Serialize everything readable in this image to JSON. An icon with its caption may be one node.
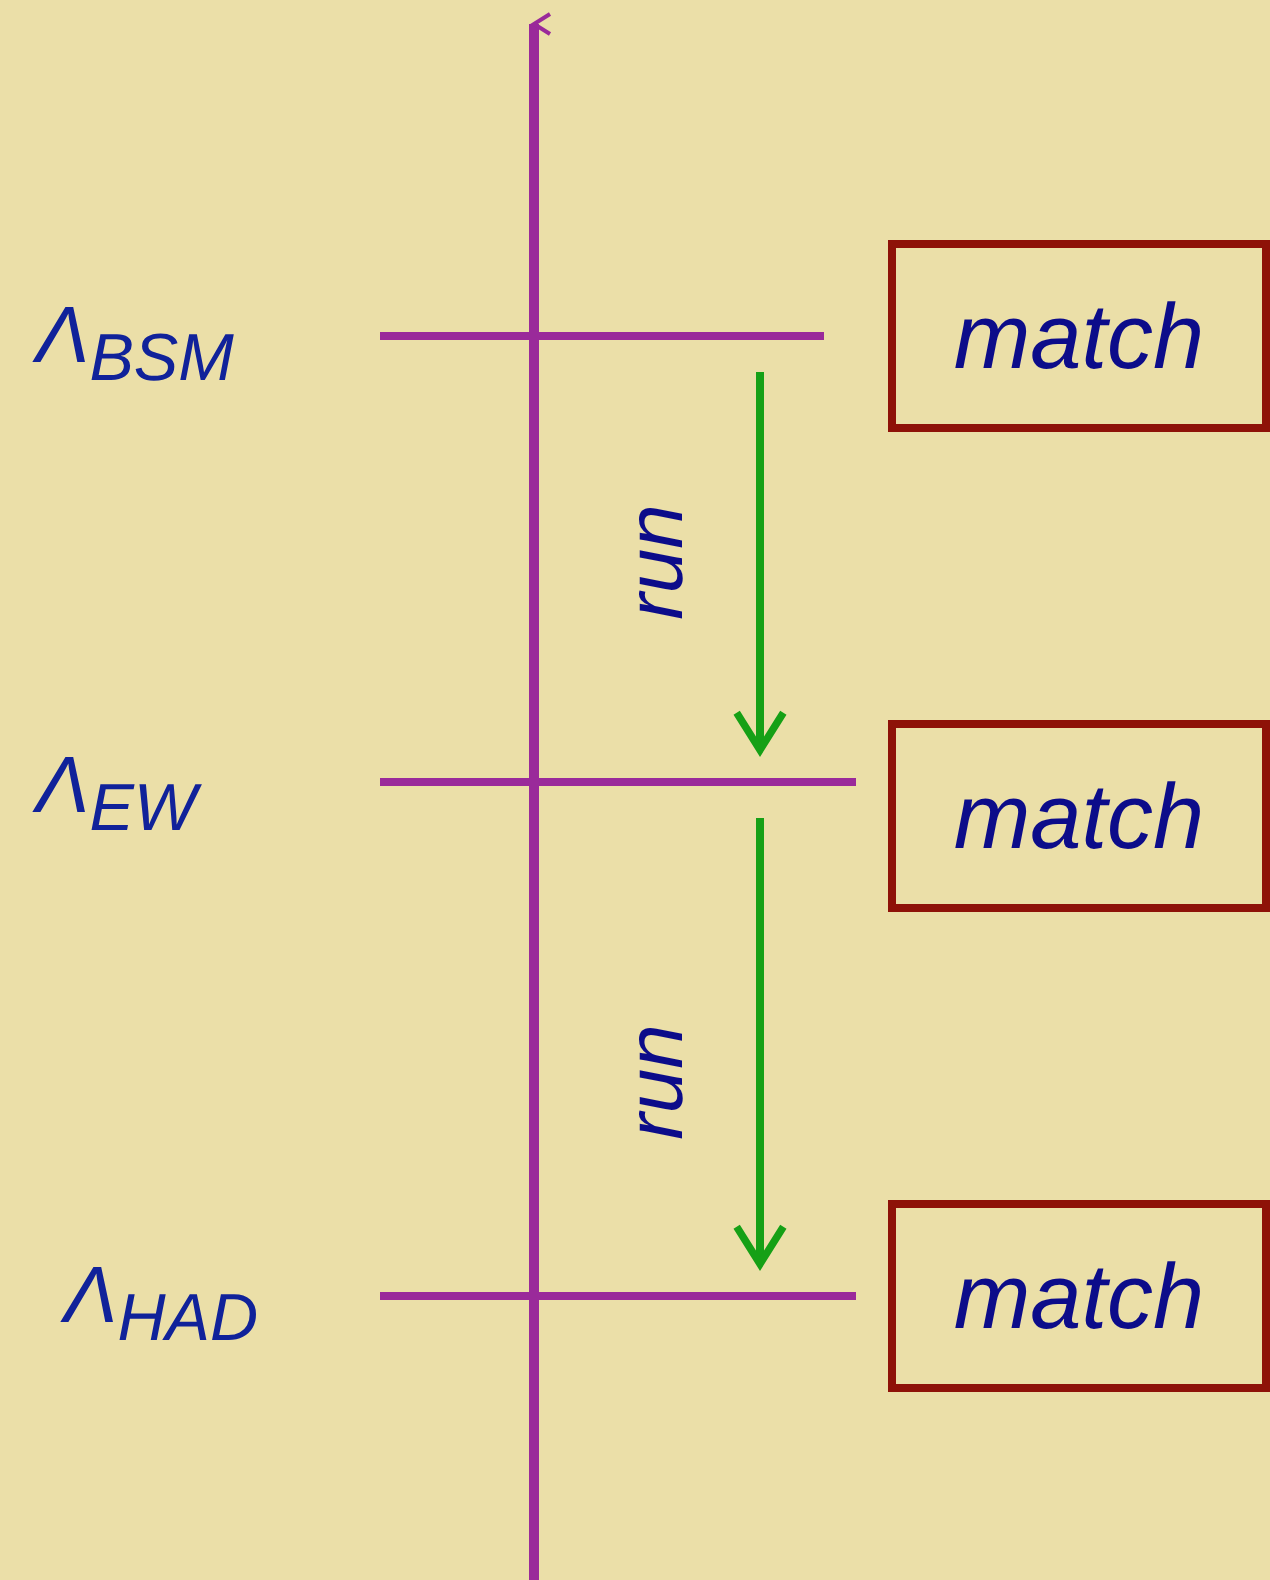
{
  "diagram": {
    "nodes": [
      {
        "text": [],
        "shape": "bar",
        "beside": [
          "Λ$_{BSM}$"
        ]
      },
      {
        "text": [],
        "shape": "bar",
        "beside": [
          "Λ$_{EW}$"
        ]
      },
      {
        "text": [],
        "shape": "bar",
        "beside": [
          "Λ$_{HAD}$"
        ]
      },
      {
        "text": [
          "match"
        ]
      },
      {
        "text": [
          "match"
        ]
      },
      {
        "text": [
          "match"
        ]
      }
    ],
    "edges": [
      {
        "from": 0,
        "to": 1,
        "arrow": "to",
        "label": "run"
      },
      {
        "from": 1,
        "to": 2,
        "arrow": "to",
        "label": "run"
      }
    ]
  }
}
